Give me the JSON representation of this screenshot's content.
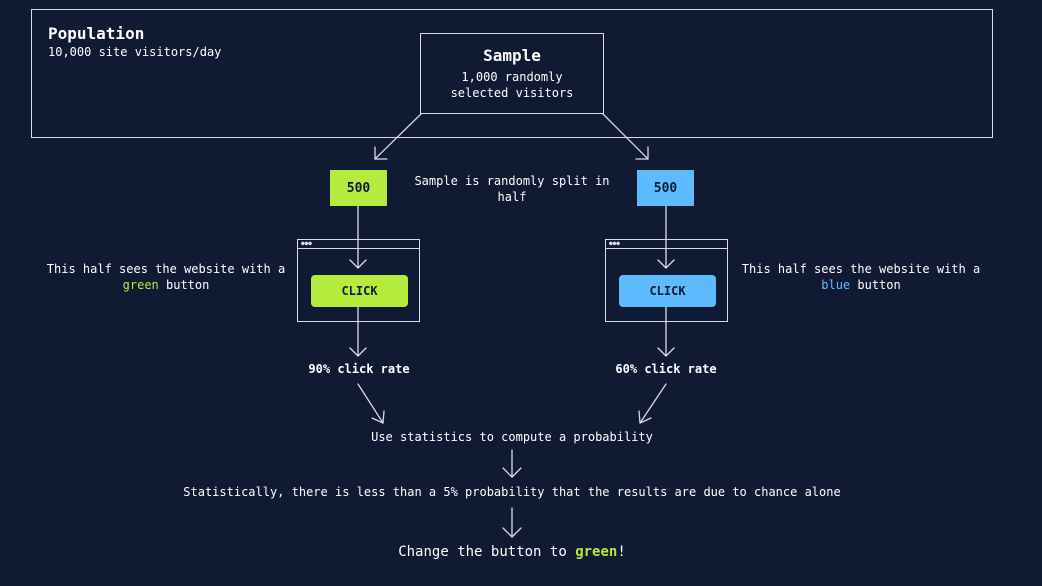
{
  "population": {
    "title": "Population",
    "subtitle": "10,000 site visitors/day"
  },
  "sample": {
    "title": "Sample",
    "description": "1,000 randomly selected visitors"
  },
  "split": {
    "left_count": "500",
    "right_count": "500",
    "note": "Sample is randomly split in half"
  },
  "variants": {
    "left": {
      "note_pre": "This half sees the website with a ",
      "color_word": "green",
      "note_post": " button",
      "button_label": "CLICK",
      "rate": "90% click rate",
      "color": "#b5eb3c"
    },
    "right": {
      "note_pre": "This half sees the website with a ",
      "color_word": "blue",
      "note_post": " button",
      "button_label": "CLICK",
      "rate": "60% click rate",
      "color": "#5cbcff"
    }
  },
  "steps": {
    "compute": "Use statistics to compute a probability",
    "result": "Statistically, there is less than a 5% probability that the results are due to chance alone",
    "conclusion_pre": "Change the button to ",
    "conclusion_word": "green",
    "conclusion_post": "!"
  },
  "colors": {
    "background": "#111a33",
    "line": "#d9dce4",
    "green": "#b5eb3c",
    "blue": "#5cbcff"
  }
}
